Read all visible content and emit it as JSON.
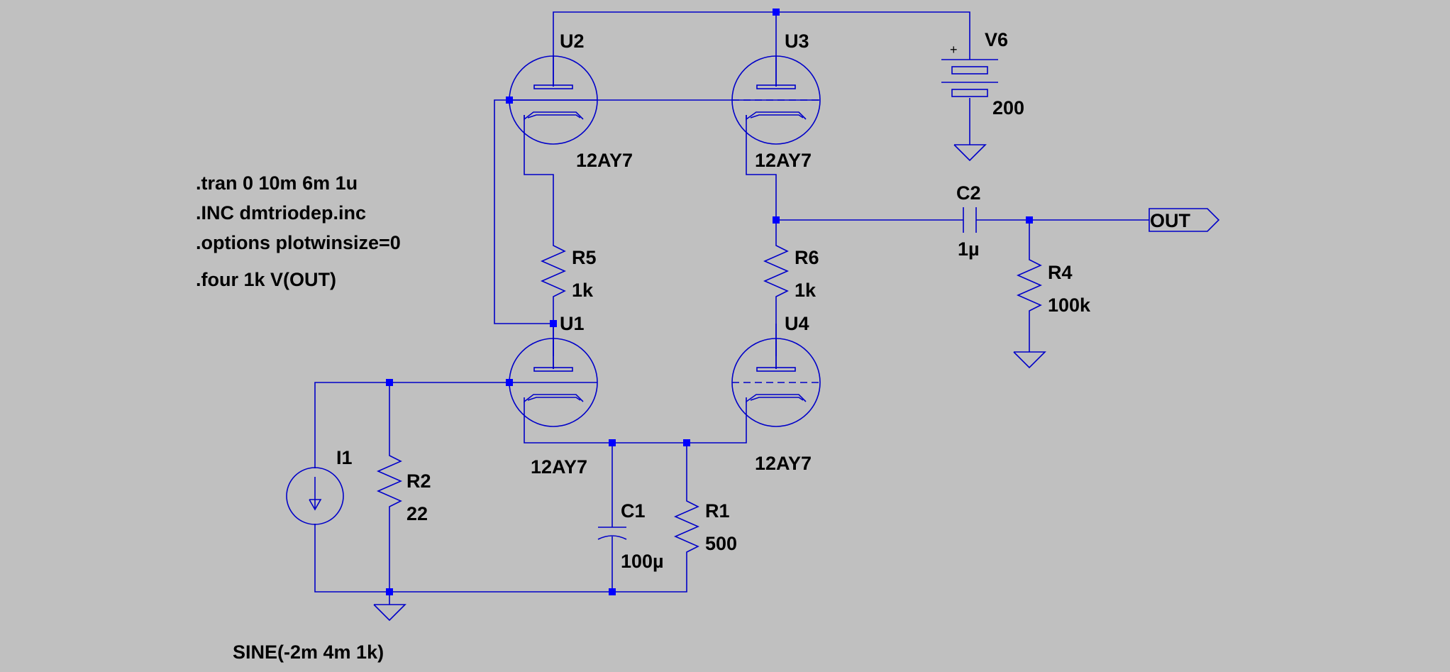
{
  "colors": {
    "background": "#c0c0c0",
    "wire": "#0000c8",
    "junction": "#0000ff",
    "text": "#000000"
  },
  "directives": [
    ".tran 0 10m 6m 1u",
    ".INC dmtriodep.inc",
    ".options plotwinsize=0",
    ".four 1k V(OUT)"
  ],
  "source_spec": "SINE(-2m 4m 1k)",
  "components": {
    "U1": {
      "name": "U1",
      "value": "12AY7"
    },
    "U2": {
      "name": "U2",
      "value": "12AY7"
    },
    "U3": {
      "name": "U3",
      "value": "12AY7"
    },
    "U4": {
      "name": "U4",
      "value": "12AY7"
    },
    "R1": {
      "name": "R1",
      "value": "500"
    },
    "R2": {
      "name": "R2",
      "value": "22"
    },
    "R4": {
      "name": "R4",
      "value": "100k"
    },
    "R5": {
      "name": "R5",
      "value": "1k"
    },
    "R6": {
      "name": "R6",
      "value": "1k"
    },
    "C1": {
      "name": "C1",
      "value": "100µ"
    },
    "C2": {
      "name": "C2",
      "value": "1µ"
    },
    "V6": {
      "name": "V6",
      "value": "200",
      "plus": "+"
    },
    "I1": {
      "name": "I1"
    }
  },
  "net_label": "OUT"
}
